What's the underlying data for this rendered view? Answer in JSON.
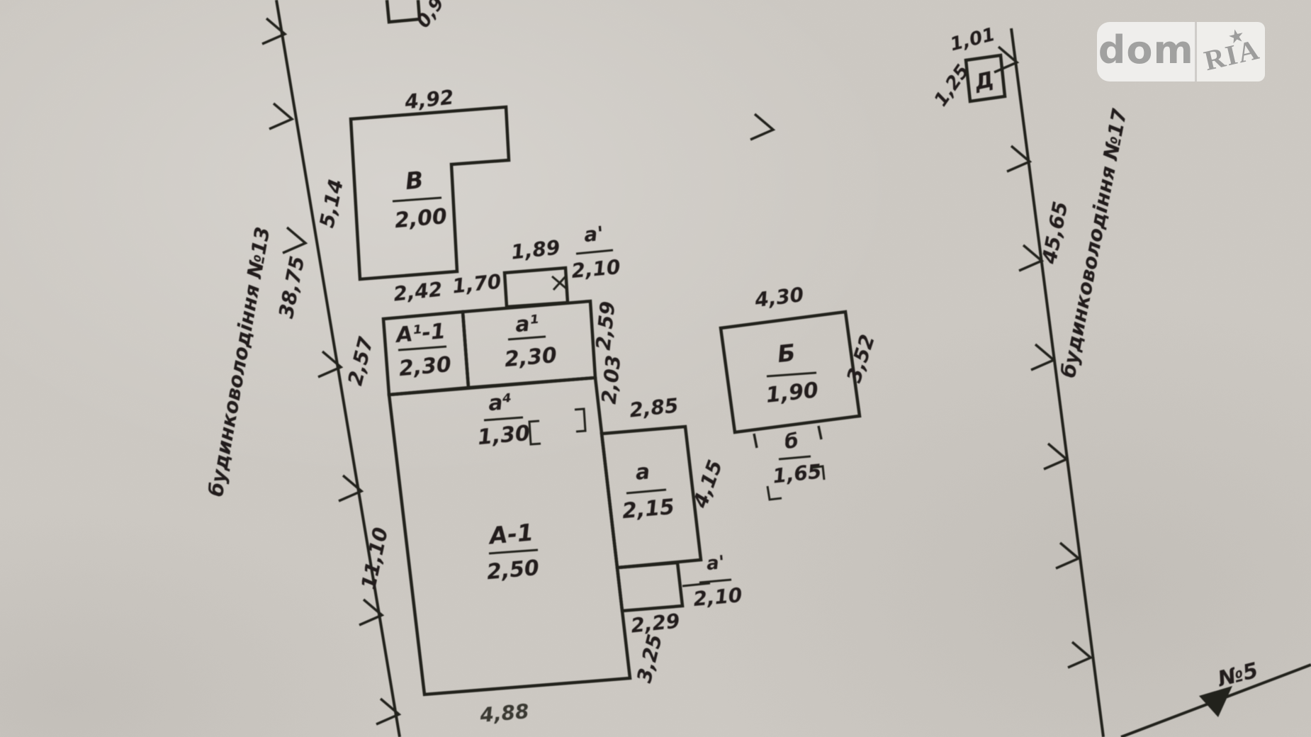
{
  "watermark": {
    "dom": "dom",
    "ria": "RIA",
    "star": "★"
  },
  "plan": {
    "left_boundary": {
      "name": "будинковолодіння №13",
      "length": "38,75"
    },
    "right_boundary": {
      "name": "будинковолодіння №17",
      "length": "45,65",
      "dim_top": "1,01",
      "dim_side": "1,25",
      "shed_label": "Д",
      "neighbor_mark": "№5"
    },
    "top_partial_dim": "0,9",
    "V": {
      "label": "В",
      "value": "2,00",
      "top_dim": "4,92",
      "side_dim": "5,14"
    },
    "A11": {
      "label": "А¹-1",
      "value": "2,30",
      "top_dim": "2,42",
      "side_dim": "2,57"
    },
    "a1": {
      "label": "а¹",
      "value": "2,30",
      "top_dim": "1,70"
    },
    "porch_top": {
      "label": "а'",
      "value": "2,10",
      "top_dim": "1,89"
    },
    "wall_dims": {
      "upper": "2,59",
      "lower": "2,03"
    },
    "a4": {
      "label": "а⁴",
      "value": "1,30"
    },
    "A1": {
      "label": "А-1",
      "value": "2,50",
      "side_dim": "11,10",
      "bottom_dim": "4,88"
    },
    "a": {
      "label": "а",
      "value": "2,15",
      "top_dim": "2,85",
      "side_dim": "4,15"
    },
    "porch_bottom": {
      "label": "а'",
      "value": "2,10",
      "bottom_dim": "2,29",
      "side_dim": "3,25"
    },
    "B": {
      "label": "Б",
      "value": "1,90",
      "top_dim": "4,30",
      "side_dim": "3,52"
    },
    "b": {
      "label": "б",
      "value": "1,65"
    }
  }
}
